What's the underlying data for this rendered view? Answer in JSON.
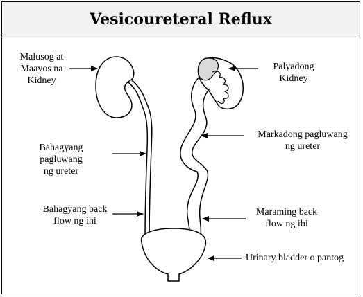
{
  "title": "Vesicoureteral Reflux",
  "labels": {
    "healthy_kidney": "Malusog at\nMaayos na\nKidney",
    "swollen_kidney": "Palyadong\nKidney",
    "partial_ureter_dilation": "Bahagyang\npagluwang\nng ureter",
    "marked_ureter_dilation": "Markadong pagluwang\nng ureter",
    "partial_backflow": "Bahagyang back\nflow ng ihi",
    "heavy_backflow": "Maraming back\nflow ng ihi",
    "bladder": "Urinary bladder o pantog"
  },
  "colors": {
    "stroke": "#000000",
    "kidney_fill": "#ffffff",
    "swollen_kidney_fill": "#d9d9d9",
    "title_bg": "#f2f2f2"
  }
}
